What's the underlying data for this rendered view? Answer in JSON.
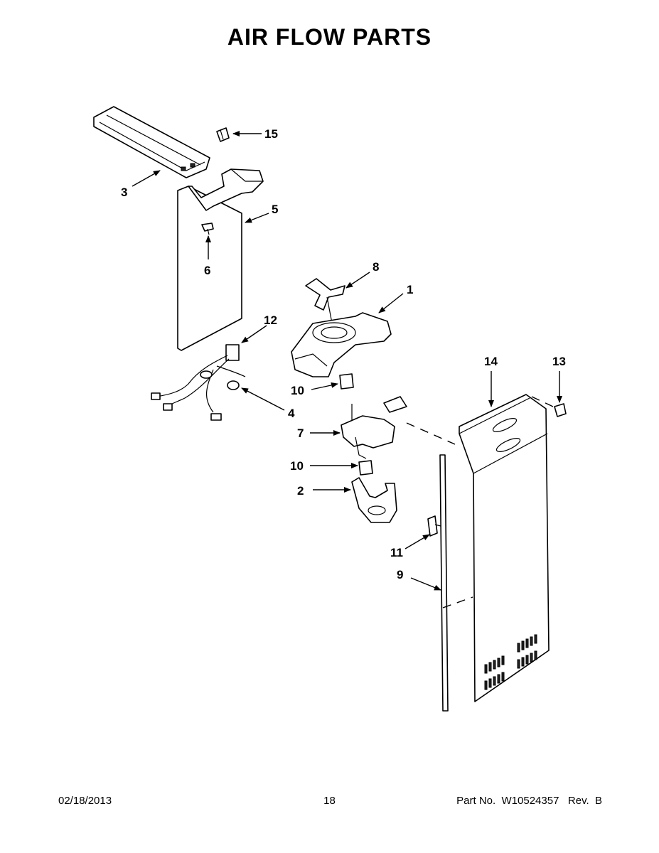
{
  "page": {
    "title": "AIR FLOW PARTS",
    "footer": {
      "date": "02/18/2013",
      "page_number": "18",
      "part_number": "Part No.  W10524357   Rev.  B"
    }
  },
  "callouts": [
    "15",
    "3",
    "5",
    "6",
    "8",
    "1",
    "12",
    "10",
    "4",
    "7",
    "10",
    "2",
    "14",
    "13",
    "11",
    "9"
  ]
}
